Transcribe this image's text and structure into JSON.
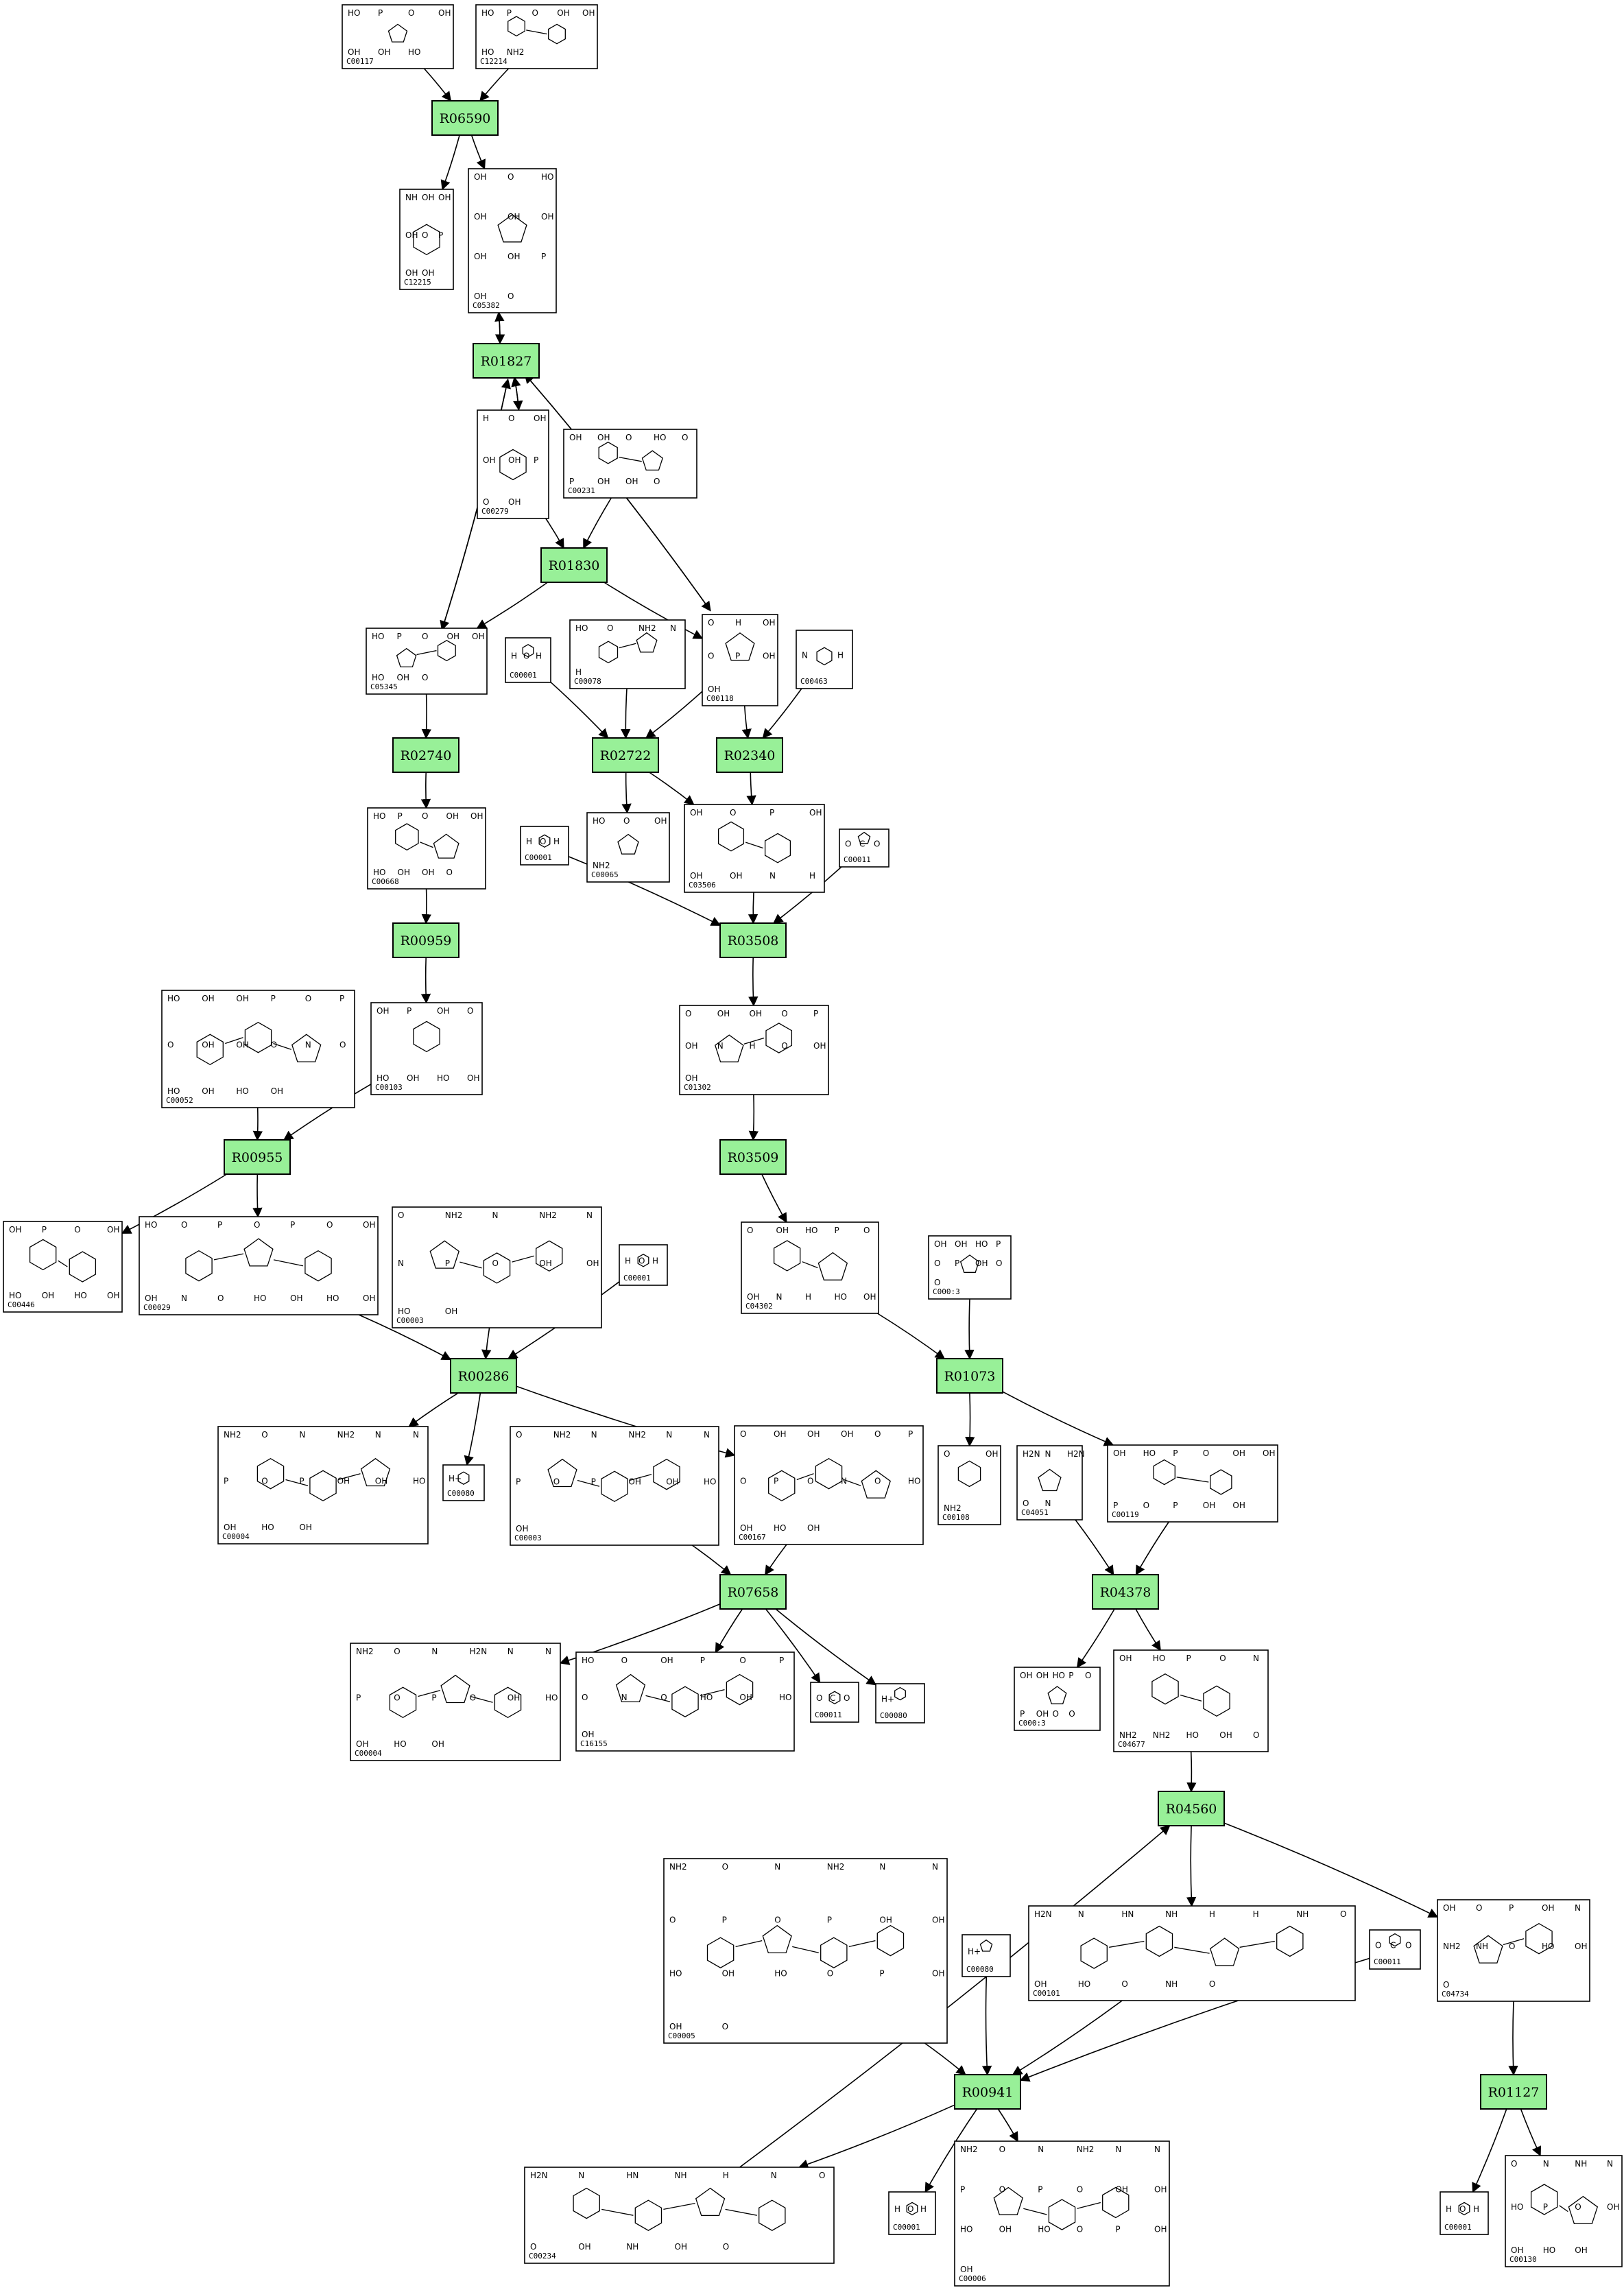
{
  "colors": {
    "reaction_fill": "#98f098",
    "line": "#000000",
    "background": "#ffffff"
  },
  "reactions": [
    {
      "id": "R06590"
    },
    {
      "id": "R01827"
    },
    {
      "id": "R01830"
    },
    {
      "id": "R02740"
    },
    {
      "id": "R02722"
    },
    {
      "id": "R02340"
    },
    {
      "id": "R00959"
    },
    {
      "id": "R03508"
    },
    {
      "id": "R00955"
    },
    {
      "id": "R03509"
    },
    {
      "id": "R00286"
    },
    {
      "id": "R01073"
    },
    {
      "id": "R07658"
    },
    {
      "id": "R04378"
    },
    {
      "id": "R04560"
    },
    {
      "id": "R00941"
    },
    {
      "id": "R01127"
    }
  ],
  "compounds": [
    {
      "key": "C00117",
      "id": "C00117"
    },
    {
      "key": "C12214",
      "id": "C12214"
    },
    {
      "key": "C12215",
      "id": "C12215"
    },
    {
      "key": "C05382",
      "id": "C05382"
    },
    {
      "key": "C00279",
      "id": "C00279"
    },
    {
      "key": "C00231",
      "id": "C00231"
    },
    {
      "key": "C05345",
      "id": "C05345"
    },
    {
      "key": "C00001a",
      "id": "C00001"
    },
    {
      "key": "C00078",
      "id": "C00078"
    },
    {
      "key": "C00118",
      "id": "C00118"
    },
    {
      "key": "C00463",
      "id": "C00463"
    },
    {
      "key": "C00668",
      "id": "C00668"
    },
    {
      "key": "C00065",
      "id": "C00065"
    },
    {
      "key": "C03506",
      "id": "C03506"
    },
    {
      "key": "C00001b",
      "id": "C00001"
    },
    {
      "key": "C00011a",
      "id": "C00011"
    },
    {
      "key": "C00052",
      "id": "C00052"
    },
    {
      "key": "C00103",
      "id": "C00103"
    },
    {
      "key": "C01302",
      "id": "C01302"
    },
    {
      "key": "C00446",
      "id": "C00446"
    },
    {
      "key": "C00029",
      "id": "C00029"
    },
    {
      "key": "C00003a",
      "id": "C00003"
    },
    {
      "key": "C00001c",
      "id": "C00001"
    },
    {
      "key": "C04302",
      "id": "C04302"
    },
    {
      "key": "C00013a",
      "id": "C000:3"
    },
    {
      "key": "C00004a",
      "id": "C00004"
    },
    {
      "key": "C00080a",
      "id": "C00080"
    },
    {
      "key": "C00003b",
      "id": "C00003"
    },
    {
      "key": "C00167",
      "id": "C00167"
    },
    {
      "key": "C00108",
      "id": "C00108"
    },
    {
      "key": "C04051",
      "id": "C04051"
    },
    {
      "key": "C00119",
      "id": "C00119"
    },
    {
      "key": "C00004b",
      "id": "C00004"
    },
    {
      "key": "C16155",
      "id": "C16155"
    },
    {
      "key": "C00011b",
      "id": "C00011"
    },
    {
      "key": "C00080b",
      "id": "C00080"
    },
    {
      "key": "C00013b",
      "id": "C000:3"
    },
    {
      "key": "C04677",
      "id": "C04677"
    },
    {
      "key": "C00005",
      "id": "C00005"
    },
    {
      "key": "C00080c",
      "id": "C00080"
    },
    {
      "key": "C00101",
      "id": "C00101"
    },
    {
      "key": "C00011c",
      "id": "C00011"
    },
    {
      "key": "C04734",
      "id": "C04734"
    },
    {
      "key": "C00234",
      "id": "C00234"
    },
    {
      "key": "C00001d",
      "id": "C00001"
    },
    {
      "key": "C00006",
      "id": "C00006"
    },
    {
      "key": "C00001e",
      "id": "C00001"
    },
    {
      "key": "C00130",
      "id": "C00130"
    }
  ],
  "edges": [
    [
      "C00117",
      "R06590"
    ],
    [
      "C12214",
      "R06590"
    ],
    [
      "R06590",
      "C12215"
    ],
    [
      "R06590",
      "C05382"
    ],
    [
      "C05382",
      "R01827"
    ],
    [
      "R01827",
      "C05382"
    ],
    [
      "R01827",
      "C00279"
    ],
    [
      "C00279",
      "R01827"
    ],
    [
      "R01827",
      "C05345"
    ],
    [
      "C05345",
      "R01827"
    ],
    [
      "R01827",
      "C00118"
    ],
    [
      "C00118",
      "R01827"
    ],
    [
      "C00279",
      "R01830"
    ],
    [
      "C00231",
      "R01830"
    ],
    [
      "R01830",
      "C05345"
    ],
    [
      "R01830",
      "C00118"
    ],
    [
      "C05345",
      "R02740"
    ],
    [
      "R02740",
      "C00668"
    ],
    [
      "C00001a",
      "R02722"
    ],
    [
      "C00078",
      "R02722"
    ],
    [
      "C00118",
      "R02722"
    ],
    [
      "R02722",
      "C00065"
    ],
    [
      "R02722",
      "C03506"
    ],
    [
      "C00118",
      "R02340"
    ],
    [
      "C00463",
      "R02340"
    ],
    [
      "R02340",
      "C03506"
    ],
    [
      "C00668",
      "R00959"
    ],
    [
      "R00959",
      "C00103"
    ],
    [
      "C00001b",
      "R03508"
    ],
    [
      "C03506",
      "R03508"
    ],
    [
      "C00011a",
      "R03508"
    ],
    [
      "R03508",
      "C01302"
    ],
    [
      "C00052",
      "R00955"
    ],
    [
      "C00103",
      "R00955"
    ],
    [
      "R00955",
      "C00446"
    ],
    [
      "R00955",
      "C00029"
    ],
    [
      "C01302",
      "R03509"
    ],
    [
      "R03509",
      "C04302"
    ],
    [
      "C00029",
      "R00286"
    ],
    [
      "C00003a",
      "R00286"
    ],
    [
      "C00001c",
      "R00286"
    ],
    [
      "R00286",
      "C00004a"
    ],
    [
      "R00286",
      "C00080a"
    ],
    [
      "R00286",
      "C00167"
    ],
    [
      "C04302",
      "R01073"
    ],
    [
      "C00013a",
      "R01073"
    ],
    [
      "R01073",
      "C00108"
    ],
    [
      "R01073",
      "C00119"
    ],
    [
      "C00003b",
      "R07658"
    ],
    [
      "C00167",
      "R07658"
    ],
    [
      "R07658",
      "C00004b"
    ],
    [
      "R07658",
      "C16155"
    ],
    [
      "R07658",
      "C00011b"
    ],
    [
      "R07658",
      "C00080b"
    ],
    [
      "C04051",
      "R04378"
    ],
    [
      "C00119",
      "R04378"
    ],
    [
      "R04378",
      "C00013b"
    ],
    [
      "R04378",
      "C04677"
    ],
    [
      "C04677",
      "R04560"
    ],
    [
      "R04560",
      "C00101"
    ],
    [
      "R04560",
      "C04734"
    ],
    [
      "C00234",
      "R04560"
    ],
    [
      "C00005",
      "R00941"
    ],
    [
      "C00080c",
      "R00941"
    ],
    [
      "C00101",
      "R00941"
    ],
    [
      "C00011c",
      "R00941"
    ],
    [
      "R00941",
      "C00234"
    ],
    [
      "R00941",
      "C00001d"
    ],
    [
      "R00941",
      "C00006"
    ],
    [
      "C04734",
      "R01127"
    ],
    [
      "R01127",
      "C00001e"
    ],
    [
      "R01127",
      "C00130"
    ]
  ],
  "structure_text": {
    "C00117": [
      "HO",
      "P",
      "O",
      "OH",
      "OH",
      "OH",
      "HO"
    ],
    "C12214": [
      "HO",
      "P",
      "O",
      "OH",
      "OH",
      "HO",
      "NH2"
    ],
    "C12215": [
      "NH",
      "OH",
      "OH",
      "OH",
      "O",
      "P",
      "OH",
      "OH"
    ],
    "C05382": [
      "OH",
      "O",
      "HO",
      "OH",
      "OH",
      "OH",
      "OH",
      "OH",
      "P",
      "OH",
      "O"
    ],
    "C00279": [
      "H",
      "O",
      "OH",
      "OH",
      "OH",
      "P",
      "O",
      "OH"
    ],
    "C00231": [
      "OH",
      "OH",
      "O",
      "HO",
      "O",
      "P",
      "OH",
      "OH",
      "O"
    ],
    "C05345": [
      "HO",
      "P",
      "O",
      "OH",
      "OH",
      "HO",
      "OH",
      "O"
    ],
    "C00001a": [
      "H",
      "O",
      "H"
    ],
    "C00078": [
      "HO",
      "O",
      "NH2",
      "N",
      "H"
    ],
    "C00118": [
      "O",
      "H",
      "OH",
      "O",
      "P",
      "OH",
      "OH"
    ],
    "C00463": [
      "N",
      "H"
    ],
    "C00668": [
      "HO",
      "P",
      "O",
      "OH",
      "OH",
      "HO",
      "OH",
      "OH",
      "O"
    ],
    "C00065": [
      "HO",
      "O",
      "OH",
      "NH2"
    ],
    "C03506": [
      "OH",
      "O",
      "P",
      "OH",
      "OH",
      "OH",
      "N",
      "H"
    ],
    "C00001b": [
      "H",
      "O",
      "H"
    ],
    "C00011a": [
      "O",
      "C",
      "O"
    ],
    "C00052": [
      "HO",
      "OH",
      "OH",
      "P",
      "O",
      "P",
      "O",
      "OH",
      "OH",
      "O",
      "N",
      "O",
      "HO",
      "OH",
      "HO",
      "OH"
    ],
    "C00103": [
      "OH",
      "P",
      "OH",
      "O",
      "HO",
      "OH",
      "HO",
      "OH"
    ],
    "C01302": [
      "O",
      "OH",
      "OH",
      "O",
      "P",
      "OH",
      "N",
      "H",
      "O",
      "OH",
      "OH"
    ],
    "C00446": [
      "OH",
      "P",
      "O",
      "OH",
      "HO",
      "OH",
      "HO",
      "OH"
    ],
    "C00029": [
      "HO",
      "O",
      "P",
      "O",
      "P",
      "O",
      "OH",
      "OH",
      "N",
      "O",
      "HO",
      "OH",
      "HO",
      "OH"
    ],
    "C00003a": [
      "O",
      "NH2",
      "N",
      "NH2",
      "N",
      "N",
      "P",
      "O",
      "OH",
      "OH",
      "HO",
      "OH"
    ],
    "C00001c": [
      "H",
      "O",
      "H"
    ],
    "C04302": [
      "O",
      "OH",
      "HO",
      "P",
      "O",
      "OH",
      "N",
      "H",
      "HO",
      "OH"
    ],
    "C00013a": [
      "OH",
      "OH",
      "HO",
      "P",
      "O",
      "P",
      "OH",
      "O",
      "O"
    ],
    "C00004a": [
      "NH2",
      "O",
      "N",
      "NH2",
      "N",
      "N",
      "P",
      "O",
      "P",
      "OH",
      "OH",
      "HO",
      "OH",
      "HO",
      "OH"
    ],
    "C00080a": [
      "H+"
    ],
    "C00003b": [
      "O",
      "NH2",
      "N",
      "NH2",
      "N",
      "N",
      "P",
      "O",
      "P",
      "OH",
      "OH",
      "HO",
      "OH"
    ],
    "C00167": [
      "O",
      "OH",
      "OH",
      "OH",
      "O",
      "P",
      "O",
      "P",
      "O",
      "N",
      "O",
      "HO",
      "OH",
      "HO",
      "OH"
    ],
    "C00108": [
      "O",
      "OH",
      "NH2"
    ],
    "C04051": [
      "H2N",
      "N",
      "H2N",
      "O",
      "N"
    ],
    "C00119": [
      "OH",
      "HO",
      "P",
      "O",
      "OH",
      "OH",
      "P",
      "O",
      "P",
      "OH",
      "OH"
    ],
    "C00004b": [
      "NH2",
      "O",
      "N",
      "H2N",
      "N",
      "N",
      "P",
      "O",
      "P",
      "O",
      "OH",
      "HO",
      "OH",
      "HO",
      "OH"
    ],
    "C16155": [
      "HO",
      "O",
      "OH",
      "P",
      "O",
      "P",
      "O",
      "N",
      "O",
      "HO",
      "OH",
      "HO",
      "OH"
    ],
    "C00011b": [
      "O",
      "C",
      "O"
    ],
    "C00080b": [
      "H+"
    ],
    "C00013b": [
      "OH",
      "OH",
      "HO",
      "P",
      "O",
      "P",
      "OH",
      "O",
      "O"
    ],
    "C04677": [
      "OH",
      "HO",
      "P",
      "O",
      "N",
      "NH2",
      "NH2",
      "HO",
      "OH",
      "O"
    ],
    "C00005": [
      "NH2",
      "O",
      "N",
      "NH2",
      "N",
      "N",
      "O",
      "P",
      "O",
      "P",
      "OH",
      "OH",
      "HO",
      "OH",
      "HO",
      "O",
      "P",
      "OH",
      "OH",
      "O"
    ],
    "C00080c": [
      "H+"
    ],
    "C00101": [
      "H2N",
      "N",
      "HN",
      "NH",
      "H",
      "H",
      "NH",
      "O",
      "OH",
      "HO",
      "O",
      "NH",
      "O"
    ],
    "C00011c": [
      "O",
      "C",
      "O"
    ],
    "C04734": [
      "OH",
      "O",
      "P",
      "OH",
      "N",
      "NH2",
      "NH",
      "O",
      "HO",
      "OH",
      "O"
    ],
    "C00234": [
      "H2N",
      "N",
      "HN",
      "NH",
      "H",
      "N",
      "O",
      "O",
      "OH",
      "NH",
      "OH",
      "O"
    ],
    "C00001d": [
      "H",
      "O",
      "H"
    ],
    "C00006": [
      "NH2",
      "O",
      "N",
      "NH2",
      "N",
      "N",
      "P",
      "O",
      "P",
      "O",
      "OH",
      "OH",
      "HO",
      "OH",
      "HO",
      "O",
      "P",
      "OH",
      "OH"
    ],
    "C00001e": [
      "H",
      "O",
      "H"
    ],
    "C00130": [
      "O",
      "N",
      "NH",
      "N",
      "HO",
      "P",
      "O",
      "OH",
      "OH",
      "HO",
      "OH"
    ]
  }
}
